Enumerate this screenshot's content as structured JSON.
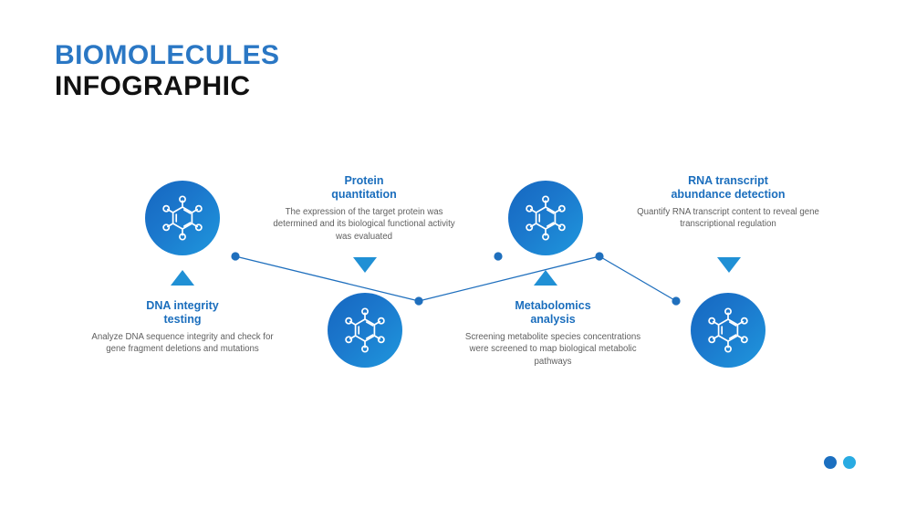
{
  "title": {
    "line1": "BIOMOLECULES",
    "line2": "INFOGRAPHIC"
  },
  "colors": {
    "title_blue": "#2a77c4",
    "title_black": "#111111",
    "heading_blue": "#1b6ebd",
    "body_gray": "#5f5f5f",
    "circle_gradient_start": "#1667c0",
    "circle_gradient_end": "#1f97dd",
    "connector_blue": "#1f6fbd",
    "triangle_blue": "#2090d5",
    "deco_dot_dark": "#1b6fc0",
    "deco_dot_light": "#29abe2"
  },
  "steps": [
    {
      "id": "dna-integrity-testing",
      "title": "DNA integrity\ntesting",
      "body": "Analyze DNA sequence integrity and check for gene fragment deletions and mutations",
      "icon": "molecule-icon",
      "row": "top",
      "marker": "triangle-up"
    },
    {
      "id": "protein-quantitation",
      "title": "Protein\nquantitation",
      "body": "The expression of the target protein was determined and its biological functional activity was evaluated",
      "icon": "molecule-icon",
      "row": "bottom",
      "marker": "triangle-down"
    },
    {
      "id": "metabolomics-analysis",
      "title": "Metabolomics\nanalysis",
      "body": "Screening metabolite species concentrations were screened to map biological metabolic pathways",
      "icon": "molecule-icon",
      "row": "top",
      "marker": "triangle-up"
    },
    {
      "id": "rna-transcript-abundance-detection",
      "title": "RNA transcript\nabundance detection",
      "body": "Quantify RNA transcript content to reveal gene transcriptional regulation",
      "icon": "molecule-icon",
      "row": "bottom",
      "marker": "triangle-down"
    }
  ],
  "decorative_dots": [
    {
      "name": "deco-dot-dark",
      "color": "#1b6fc0"
    },
    {
      "name": "deco-dot-light",
      "color": "#29abe2"
    }
  ]
}
